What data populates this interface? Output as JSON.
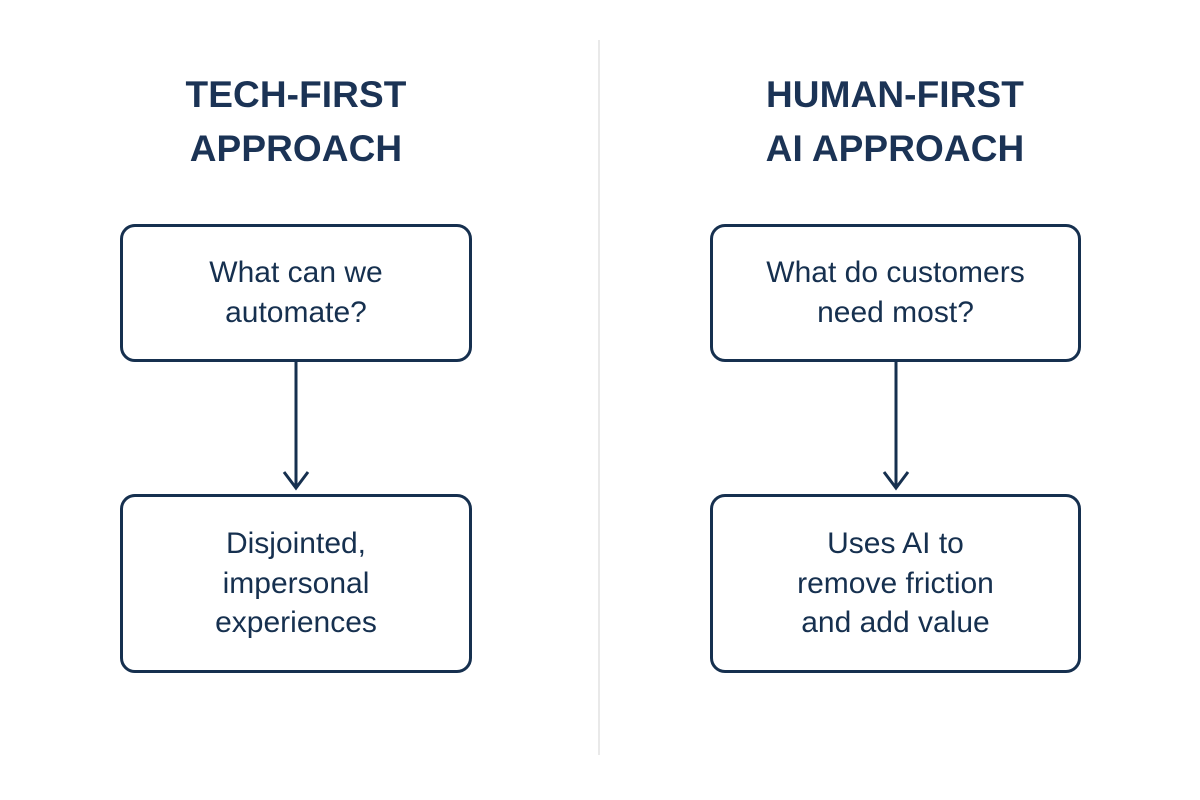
{
  "diagram": {
    "title": "Tech-First Approach vs Human-First AI Approach",
    "background_color": "#ffffff",
    "accent_color": "#16304f",
    "heading_color": "#1b3355",
    "divider_color": "#e9e9e9"
  },
  "columns": [
    {
      "id": "tech-first",
      "heading": "TECH-FIRST\nAPPROACH",
      "nodes": [
        {
          "id": "tech-question",
          "text": "What can we\nautomate?"
        },
        {
          "id": "tech-outcome",
          "text": "Disjointed,\nimpersonal\nexperiences"
        }
      ],
      "connector": {
        "id": "tech-arrow",
        "direction": "down",
        "icon": "arrow-down-icon"
      }
    },
    {
      "id": "human-first",
      "heading": "HUMAN-FIRST\nAI APPROACH",
      "nodes": [
        {
          "id": "human-question",
          "text": "What do customers\nneed most?"
        },
        {
          "id": "human-outcome",
          "text": "Uses AI to\nremove friction\nand add value"
        }
      ],
      "connector": {
        "id": "human-arrow",
        "direction": "down",
        "icon": "arrow-down-icon"
      }
    }
  ]
}
